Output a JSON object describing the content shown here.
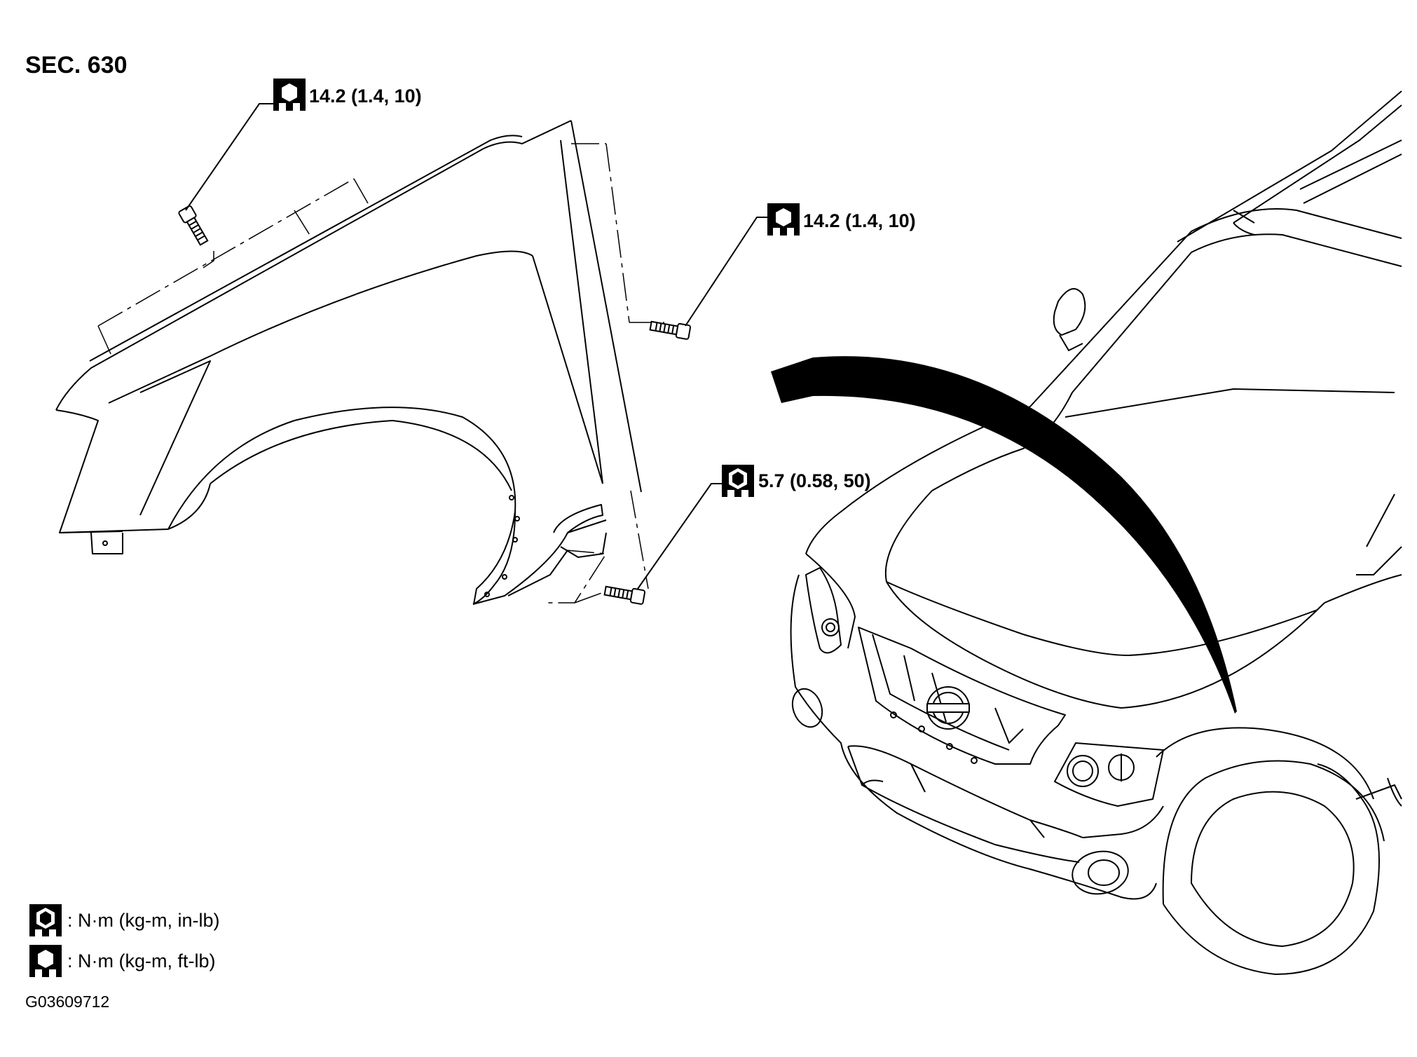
{
  "section_label": "SEC. 630",
  "torque_callouts": [
    {
      "id": "top-bolt",
      "value": "14.2 (1.4, 10)",
      "unit_icon": "torque-wrench-open-icon"
    },
    {
      "id": "right-bolt",
      "value": "14.2 (1.4, 10)",
      "unit_icon": "torque-wrench-open-icon"
    },
    {
      "id": "lower-bolt",
      "value": "5.7 (0.58, 50)",
      "unit_icon": "torque-wrench-filled-icon"
    }
  ],
  "legend": [
    {
      "icon": "torque-wrench-filled-icon",
      "text": ": N·m (kg-m, in-lb)"
    },
    {
      "icon": "torque-wrench-open-icon",
      "text": ": N·m (kg-m, ft-lb)"
    }
  ],
  "figure_code": "G03609712"
}
